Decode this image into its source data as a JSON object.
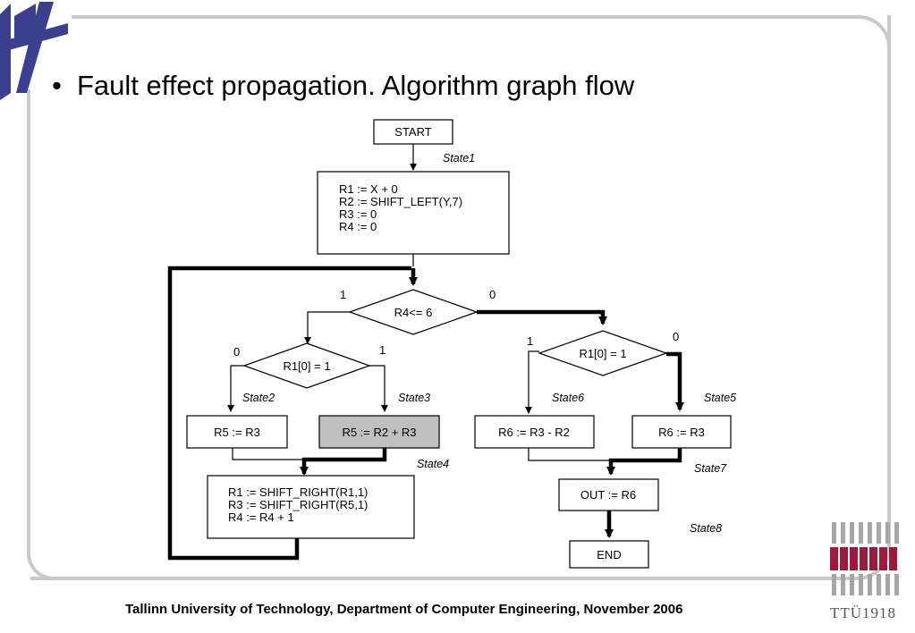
{
  "slide": {
    "title": "Fault effect propagation. Algorithm graph flow",
    "footer": "Tallinn University of Technology, Department of Computer Engineering, November 2006",
    "ttu_label": "TTÜ1918"
  },
  "diagram": {
    "start": "START",
    "end": "END",
    "block1": [
      "R1 := X + 0",
      "R2 := SHIFT_LEFT(Y,7)",
      "R3 := 0",
      "R4 := 0"
    ],
    "cond_r4": "R4<= 6",
    "cond_r1_left": "R1[0] = 1",
    "cond_r1_right": "R1[0] = 1",
    "r5_r3": "R5 := R3",
    "r5_r2r3": "R5 := R2 + R3",
    "r6_r3_r2": "R6 := R3 - R2",
    "r6_r3": "R6 := R3",
    "block4": [
      "R1 := SHIFT_RIGHT(R1,1)",
      "R3 := SHIFT_RIGHT(R5,1)",
      "R4 := R4 + 1"
    ],
    "out": "OUT := R6",
    "states": {
      "s1": "State1",
      "s2": "State2",
      "s3": "State3",
      "s4": "State4",
      "s5": "State5",
      "s6": "State6",
      "s7": "State7",
      "s8": "State8"
    },
    "branch_labels": {
      "r4_true": "1",
      "r4_false": "0",
      "left_true": "1",
      "left_false": "0",
      "right_true": "1",
      "right_false": "0"
    }
  },
  "colors": {
    "highlight_fill": "#bfbfbf",
    "frame": "#c9c9c9",
    "logo_blue": "#3a3f8f",
    "ttu_red": "#9b1b3c",
    "ttu_gray": "#a6a6a6"
  }
}
